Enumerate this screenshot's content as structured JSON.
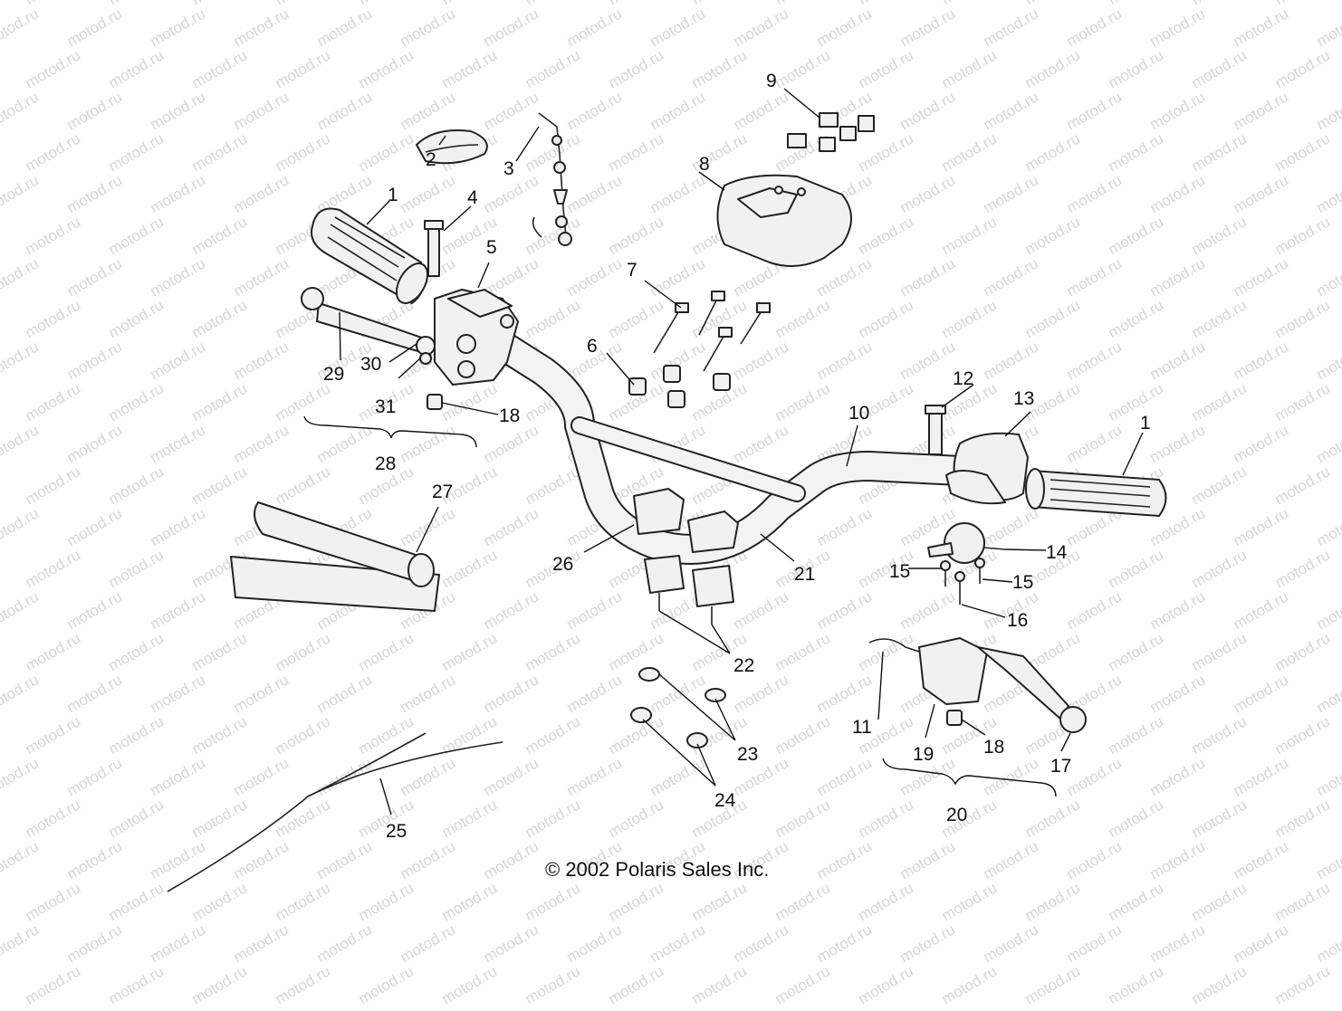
{
  "watermark": "motod.ru",
  "copyright": "© 2002 Polaris Sales Inc.",
  "callouts": [
    "1",
    "2",
    "3",
    "4",
    "5",
    "6",
    "7",
    "8",
    "9",
    "10",
    "11",
    "12",
    "13",
    "1",
    "14",
    "15",
    "15",
    "16",
    "17",
    "18",
    "18",
    "19",
    "20",
    "21",
    "22",
    "23",
    "24",
    "25",
    "26",
    "27",
    "28",
    "29",
    "30",
    "31"
  ],
  "colors": {
    "line": "#222222",
    "watermark": "#d6d6d6",
    "fill": "#f1f1f1"
  }
}
